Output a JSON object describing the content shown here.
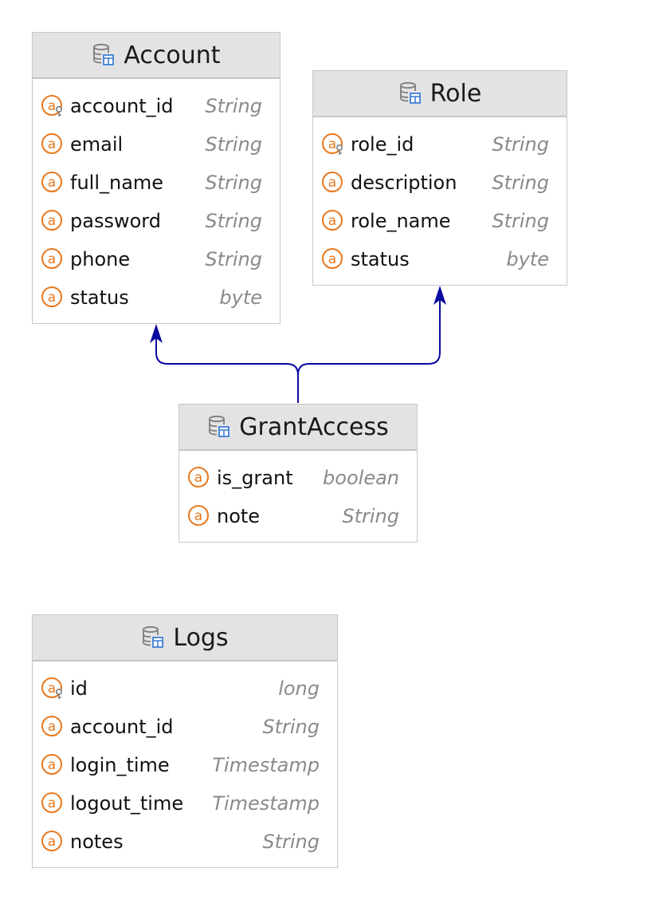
{
  "colors": {
    "attribute_icon": "#e8781e",
    "key_marker": "#7d7d7d",
    "table_icon_body": "#7d7d7d",
    "table_icon_grid": "#3d7fd8",
    "connector": "#0a0aa0",
    "header_bg": "#e3e3e3"
  },
  "icons": {
    "entity": "database-table-icon",
    "attribute": "attribute-icon",
    "key": "primary-key-icon"
  },
  "entities": {
    "account": {
      "name": "Account",
      "fields": [
        {
          "name": "account_id",
          "type": "String",
          "key": true
        },
        {
          "name": "email",
          "type": "String",
          "key": false
        },
        {
          "name": "full_name",
          "type": "String",
          "key": false
        },
        {
          "name": "password",
          "type": "String",
          "key": false
        },
        {
          "name": "phone",
          "type": "String",
          "key": false
        },
        {
          "name": "status",
          "type": "byte",
          "key": false
        }
      ]
    },
    "role": {
      "name": "Role",
      "fields": [
        {
          "name": "role_id",
          "type": "String",
          "key": true
        },
        {
          "name": "description",
          "type": "String",
          "key": false
        },
        {
          "name": "role_name",
          "type": "String",
          "key": false
        },
        {
          "name": "status",
          "type": "byte",
          "key": false
        }
      ]
    },
    "grantaccess": {
      "name": "GrantAccess",
      "fields": [
        {
          "name": "is_grant",
          "type": "boolean",
          "key": false
        },
        {
          "name": "note",
          "type": "String",
          "key": false
        }
      ]
    },
    "logs": {
      "name": "Logs",
      "fields": [
        {
          "name": "id",
          "type": "long",
          "key": true
        },
        {
          "name": "account_id",
          "type": "String",
          "key": false
        },
        {
          "name": "login_time",
          "type": "Timestamp",
          "key": false
        },
        {
          "name": "logout_time",
          "type": "Timestamp",
          "key": false
        },
        {
          "name": "notes",
          "type": "String",
          "key": false
        }
      ]
    }
  },
  "relationships": [
    {
      "from": "GrantAccess",
      "to": "Account"
    },
    {
      "from": "GrantAccess",
      "to": "Role"
    }
  ]
}
